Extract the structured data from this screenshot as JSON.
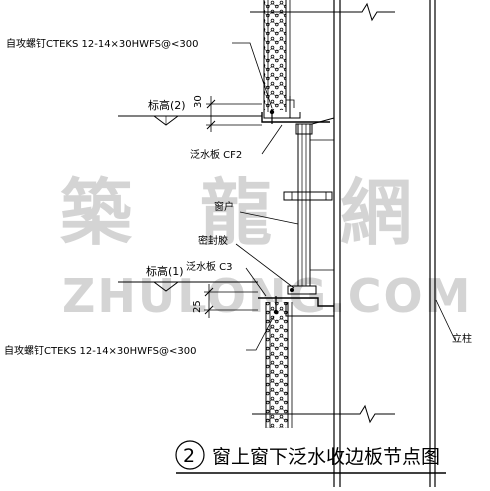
{
  "labels": {
    "screw_top": "自攻螺钉CTEKS 12-14×30HWFS@<300",
    "screw_bottom": "自攻螺钉CTEKS 12-14×30HWFS@<300",
    "elev_top": "标高(2)",
    "elev_bottom": "标高(1)",
    "dim_top": "30",
    "dim_bottom": "25",
    "flashing_top": "泛水板 CF2",
    "window_frame": "窗户",
    "sealant": "密封胶",
    "flashing_bottom": "泛水板 C3",
    "column": "立柱"
  },
  "title": {
    "number": "2",
    "text": "窗上窗下泛水收边板节点图"
  },
  "watermark": {
    "chars": [
      "築",
      "龍",
      "網"
    ],
    "url": "ZHULONG.COM"
  }
}
